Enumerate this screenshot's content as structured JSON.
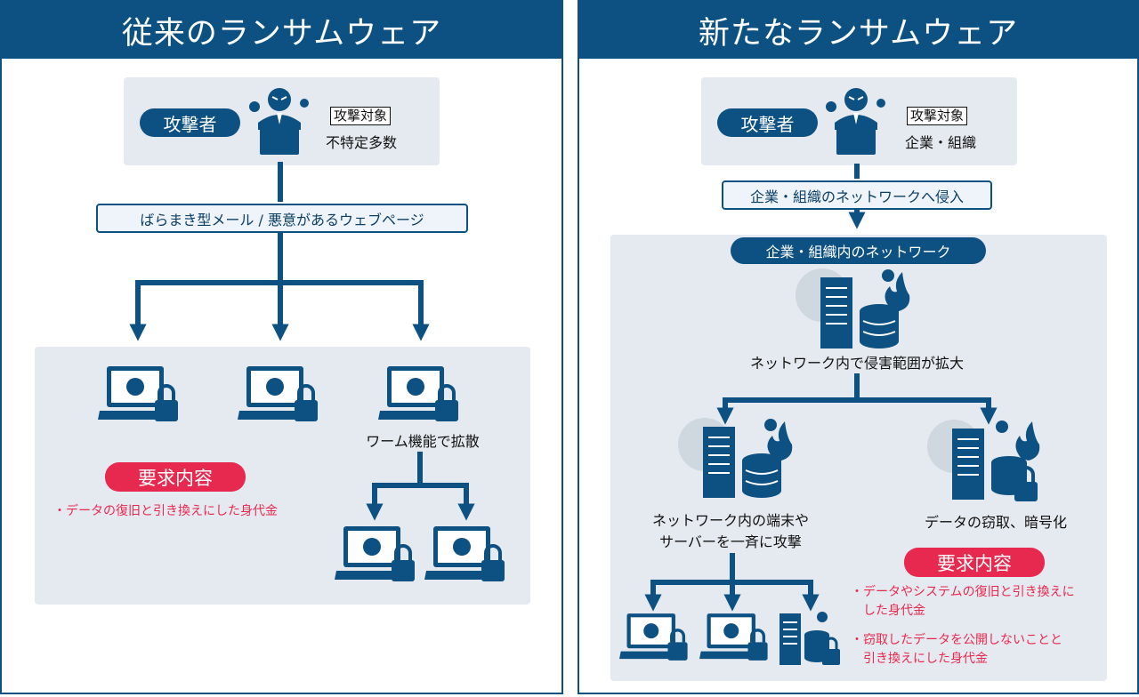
{
  "colors": {
    "navy": "#0d5182",
    "light_panel": "#e5eaf0",
    "red": "#e8294f",
    "white": "#ffffff"
  },
  "left": {
    "title": "従来のランサムウェア",
    "attacker_label": "攻撃者",
    "target_tag": "攻撃対象",
    "target_value": "不特定多数",
    "vector_label": "ばらまき型メール / 悪意があるウェブページ",
    "worm_label": "ワーム機能で拡散",
    "demand_title": "要求内容",
    "demand_items": [
      "・データの復旧と引き換えにした身代金"
    ],
    "icons": [
      "attacker-icon",
      "laptop-lock-icon",
      "laptop-lock-icon",
      "laptop-lock-icon",
      "laptop-lock-icon",
      "laptop-lock-icon"
    ]
  },
  "right": {
    "title": "新たなランサムウェア",
    "attacker_label": "攻撃者",
    "target_tag": "攻撃対象",
    "target_value": "企業・組織",
    "intrusion_label": "企業・組織のネットワークへ侵入",
    "network_label": "企業・組織内のネットワーク",
    "spread_label": "ネットワーク内で侵害範囲が拡大",
    "attack_label_line1": "ネットワーク内の端末や",
    "attack_label_line2": "サーバーを一斉に攻撃",
    "theft_label": "データの窃取、暗号化",
    "demand_title": "要求内容",
    "demand_items": [
      "・データやシステムの復旧と引き換えに",
      "　した身代金",
      "・窃取したデータを公開しないことと",
      "　引き換えにした身代金"
    ],
    "icons": [
      "attacker-icon",
      "server-fire-icon",
      "server-fire-icon",
      "server-lock-icon",
      "laptop-lock-icon",
      "laptop-lock-icon",
      "server-lock-icon"
    ]
  }
}
